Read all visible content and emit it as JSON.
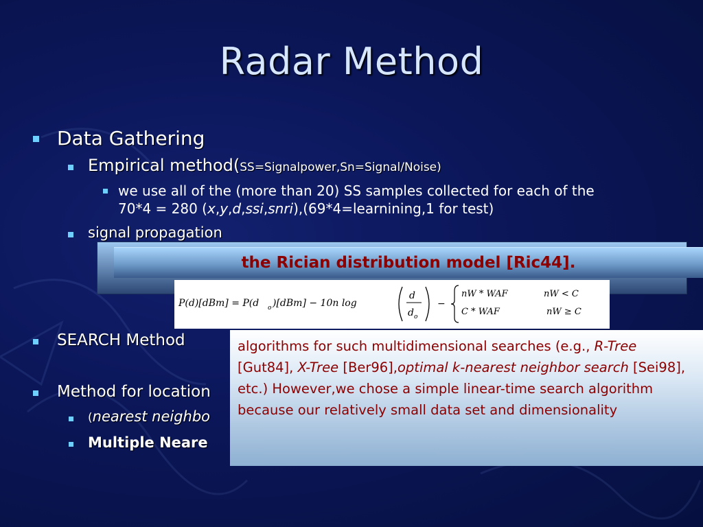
{
  "slide": {
    "title": "Radar Method",
    "bullets": {
      "data_gathering": "Data Gathering",
      "empirical_prefix": "Empirical method(",
      "empirical_note": "SS=Signalpower,Sn=Signal/Noise)",
      "samples_line1": "we use all of the (more than 20) SS samples collected for each of the",
      "samples_line2_a": "70*4 = 280 (",
      "samples_x": "x",
      "samples_c1": ",",
      "samples_y": "y",
      "samples_c2": ",",
      "samples_d": "d",
      "samples_c3": ",",
      "samples_ssi": "ssi",
      "samples_c4": ",",
      "samples_snri": "snri",
      "samples_line2_b": "),(69*4=learnining,1 for test)",
      "signal_propagation": "signal propagation",
      "search_method": "SEARCH Method",
      "method_location": "Method for location",
      "nearest_partial_open": "(",
      "nearest_partial": "nearest neighbo",
      "multiple_partial": "Multiple Neare"
    },
    "rician_label": "the Rician distribution model [Ric44].",
    "formula": {
      "lhs": "P(d)[dBm] = P(d",
      "sub_o": "o",
      "rhs_mid": ")[dBm] − 10n log",
      "frac_num": "d",
      "frac_den": "d",
      "minus": "−",
      "case1": "nW * WAF",
      "cond1": "nW < C",
      "case2": "C * WAF",
      "cond2": "nW ≥ C"
    },
    "algo_note": {
      "p1": "algorithms for such multidimensional searches (e.g., ",
      "rtree": "R-Tree",
      "p2": "[Gut84], ",
      "xtree": "X-Tree",
      "p3": " [Ber96],",
      "optimal": "optimal k-nearest neighbor search",
      "p4": "[Sei98], etc.) However,we chose a simple linear-time search algorithm because our relatively small data set and dimensionality"
    },
    "colors": {
      "background": "#0b1658",
      "title": "#d7e6ff",
      "bullet": "#6fd0ff",
      "accent_text": "#8b0000"
    }
  }
}
